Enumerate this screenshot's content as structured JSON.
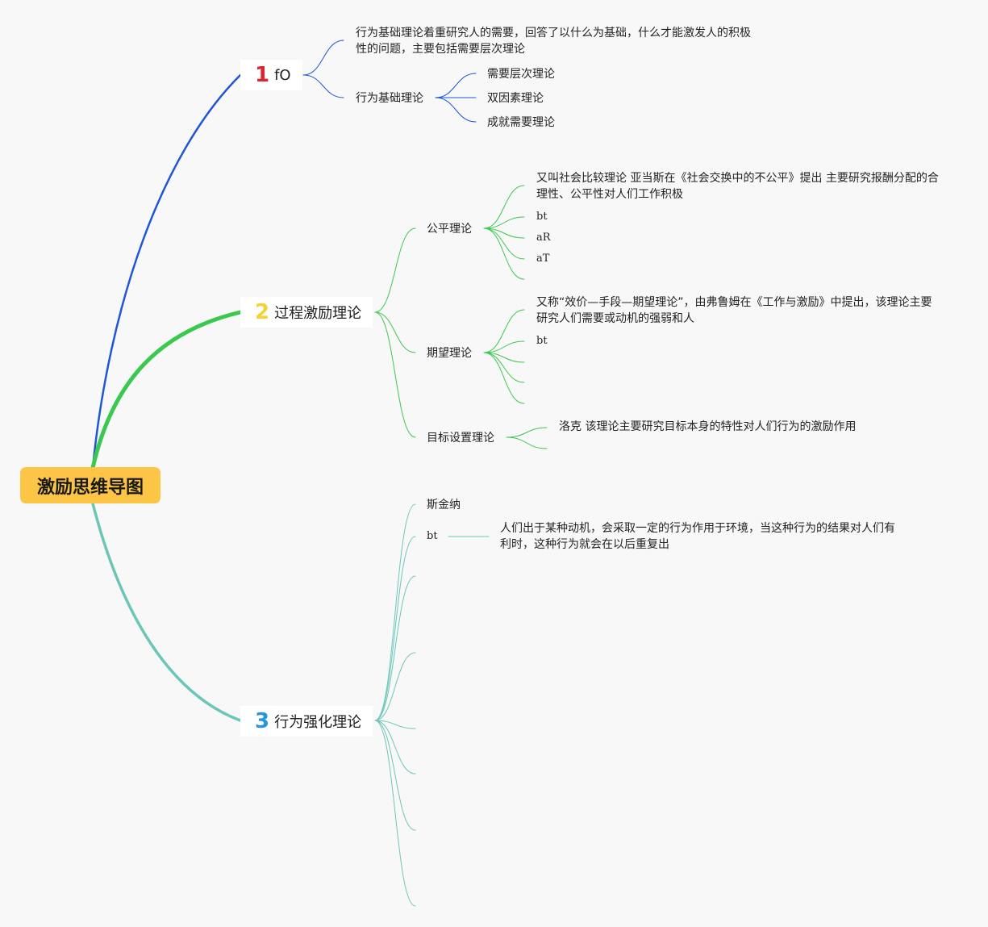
{
  "root": {
    "label": "激励思维导图",
    "color": "#fcc545"
  },
  "colors": {
    "branch1": "#1f55d6",
    "branch2": "#3ac84f",
    "branch3": "#6cc6b6",
    "num1": "#e02430",
    "num2": "#f6d23a",
    "num3": "#2596d8"
  },
  "branches": [
    {
      "number": "1",
      "label": "fO",
      "note": "行为基础理论着重研究人的需要，回答了以什么为基础，什么才能激发人的积极性的问题，主要包括需要层次理论",
      "topic": "行为基础理论",
      "children": [
        "需要层次理论",
        "双因素理论",
        "成就需要理论"
      ]
    },
    {
      "number": "2",
      "label": "过程激励理论",
      "subs": [
        {
          "label": "公平理论",
          "note": "又叫社会比较理论 亚当斯在《社会交换中的不公平》提出 主要研究报酬分配的合理性、公平性对人们工作积极",
          "children": [
            "bt",
            "aR",
            "aT"
          ]
        },
        {
          "label": "期望理论",
          "note": "又称“效价—手段—期望理论”，由弗鲁姆在《工作与激励》中提出，该理论主要研究人们需要或动机的强弱和人",
          "children": [
            "bt"
          ]
        },
        {
          "label": "目标设置理论",
          "note": "洛克 该理论主要研究目标本身的特性对人们行为的激励作用"
        }
      ]
    },
    {
      "number": "3",
      "label": "行为强化理论",
      "subs": [
        {
          "label": "斯金纳"
        },
        {
          "label": "bt",
          "note": "人们出于某种动机，会采取一定的行为作用于环境，当这种行为的结果对人们有利时，这种行为就会在以后重复出"
        }
      ]
    }
  ]
}
